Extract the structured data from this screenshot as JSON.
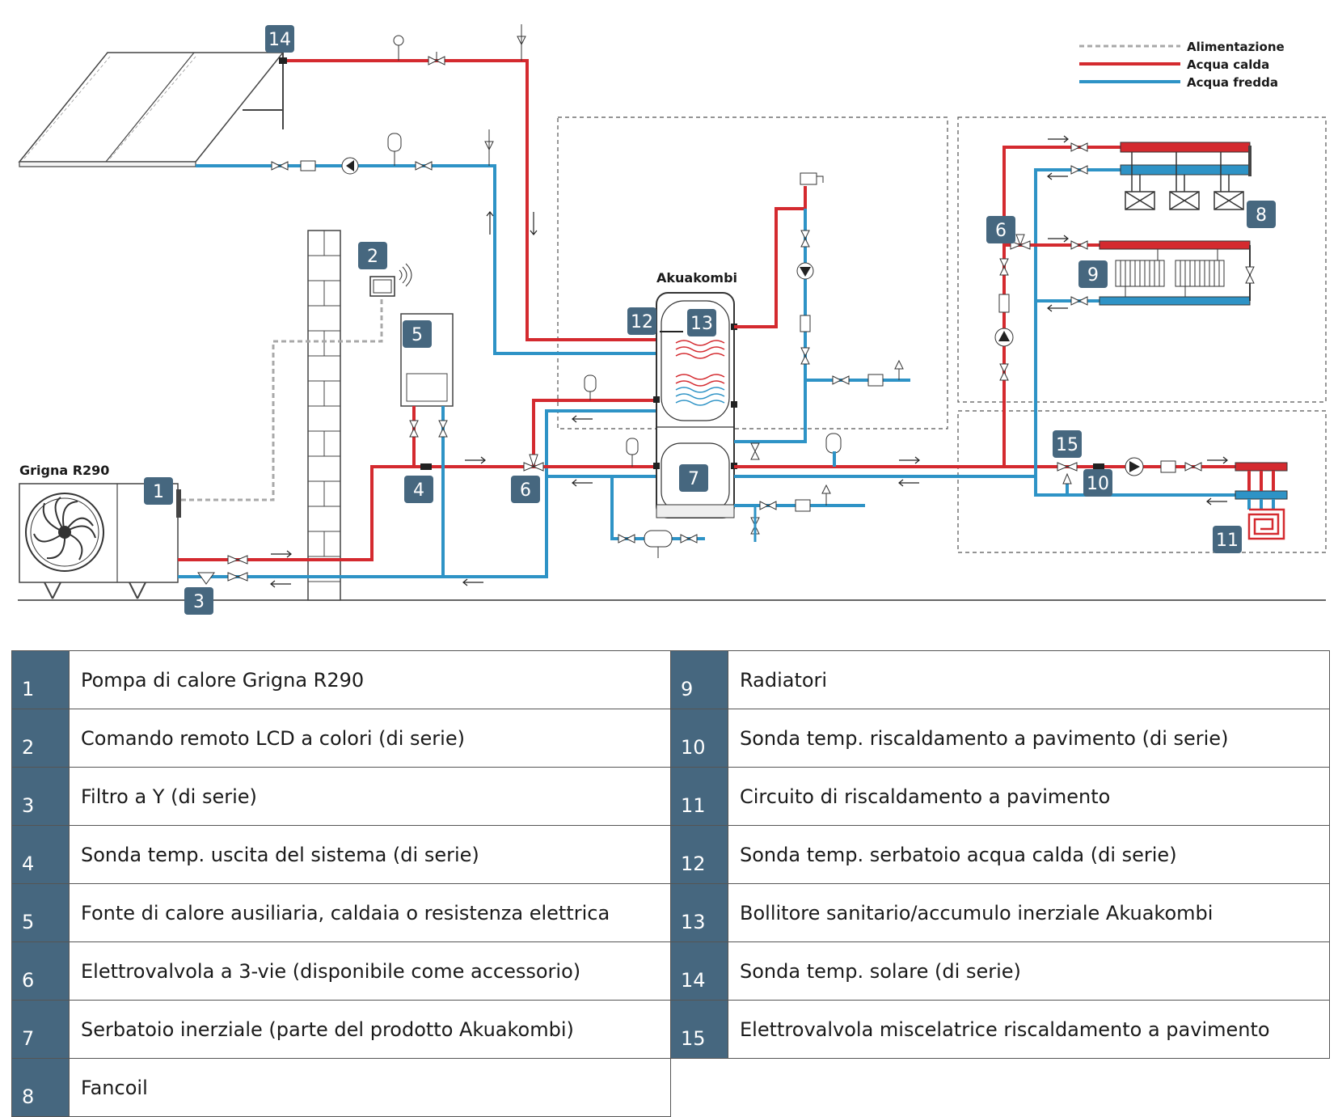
{
  "diagram": {
    "unit_label": "Grigna R290",
    "tank_label": "Akuakombi",
    "legend": {
      "feed": "Alimentazione",
      "hot": "Acqua calda",
      "cold": "Acqua fredda"
    },
    "colors": {
      "hot": "#d42a2f",
      "cold": "#2e93c6",
      "feed": "#a8a8a8",
      "badge": "#46677f"
    },
    "badges": [
      "14",
      "2",
      "5",
      "12",
      "13",
      "1",
      "3",
      "4",
      "6",
      "7",
      "6",
      "8",
      "9",
      "15",
      "10",
      "11"
    ]
  },
  "table": {
    "rows": [
      {
        "left_num": "1",
        "left_text": "Pompa di calore Grigna R290",
        "right_num": "9",
        "right_text": "Radiatori"
      },
      {
        "left_num": "2",
        "left_text": "Comando remoto LCD a colori (di serie)",
        "right_num": "10",
        "right_text": "Sonda temp. riscaldamento a pavimento (di serie)"
      },
      {
        "left_num": "3",
        "left_text": "Filtro a Y (di serie)",
        "right_num": "11",
        "right_text": "Circuito di riscaldamento a pavimento"
      },
      {
        "left_num": "4",
        "left_text": "Sonda temp. uscita del sistema (di serie)",
        "right_num": "12",
        "right_text": "Sonda temp. serbatoio acqua calda (di serie)"
      },
      {
        "left_num": "5",
        "left_text": "Fonte di calore ausiliaria, caldaia o resistenza elettrica",
        "right_num": "13",
        "right_text": "Bollitore sanitario/accumulo inerziale Akuakombi"
      },
      {
        "left_num": "6",
        "left_text": "Elettrovalvola a 3-vie (disponibile come accessorio)",
        "right_num": "14",
        "right_text": "Sonda temp. solare (di serie)"
      },
      {
        "left_num": "7",
        "left_text": "Serbatoio inerziale (parte del prodotto Akuakombi)",
        "right_num": "15",
        "right_text": "Elettrovalvola miscelatrice riscaldamento a pavimento"
      },
      {
        "left_num": "8",
        "left_text": "Fancoil"
      }
    ]
  }
}
